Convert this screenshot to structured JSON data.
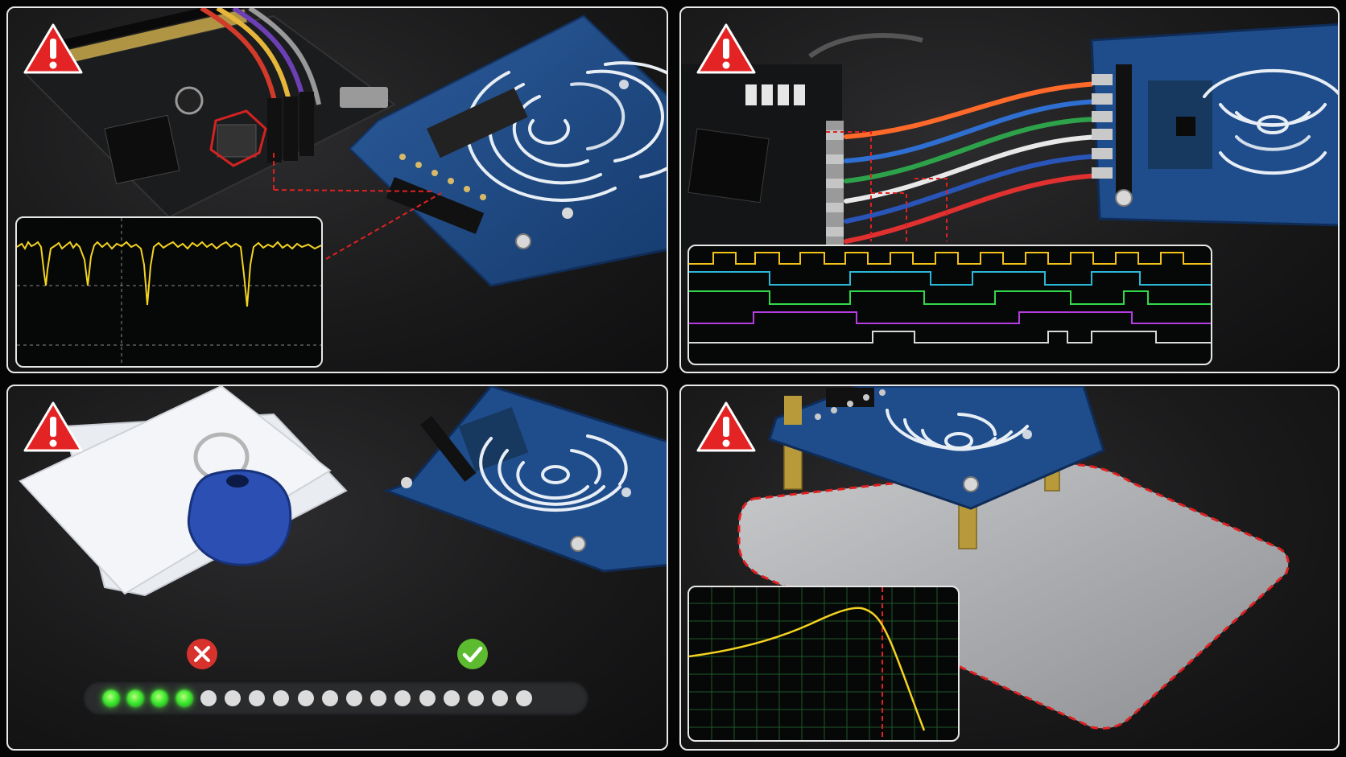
{
  "panels": [
    {
      "id": "panel-oscilloscope-noise",
      "icon": "warning-icon"
    },
    {
      "id": "panel-spi-wiring",
      "icon": "warning-icon"
    },
    {
      "id": "panel-tag-read-range",
      "icon": "warning-icon"
    },
    {
      "id": "panel-metal-interference",
      "icon": "warning-icon"
    }
  ],
  "colors": {
    "warning": "#e42424",
    "border": "#e9e9e9",
    "pcb_blue": "#1f4d8c",
    "scope_trace": "#f4d321",
    "led_on": "#35e52a",
    "led_off": "#dcdcdc",
    "fail": "#d8322c",
    "pass": "#5cbb2e",
    "wire_colors": [
      "#ff6a2a",
      "#2f6fd2",
      "#2ea24a",
      "#e8e8e8",
      "#2a55b8",
      "#e03030"
    ],
    "logic_channels": [
      "#f2c21b",
      "#2ab7d8",
      "#31d94a",
      "#b53ce0",
      "#d9d9d9"
    ]
  },
  "read_range_meter": {
    "total_steps": 18,
    "lit_steps": 4,
    "fail_icon": "x-icon",
    "pass_icon": "check-icon"
  },
  "icons": [
    "warning-icon",
    "x-icon",
    "check-icon"
  ]
}
